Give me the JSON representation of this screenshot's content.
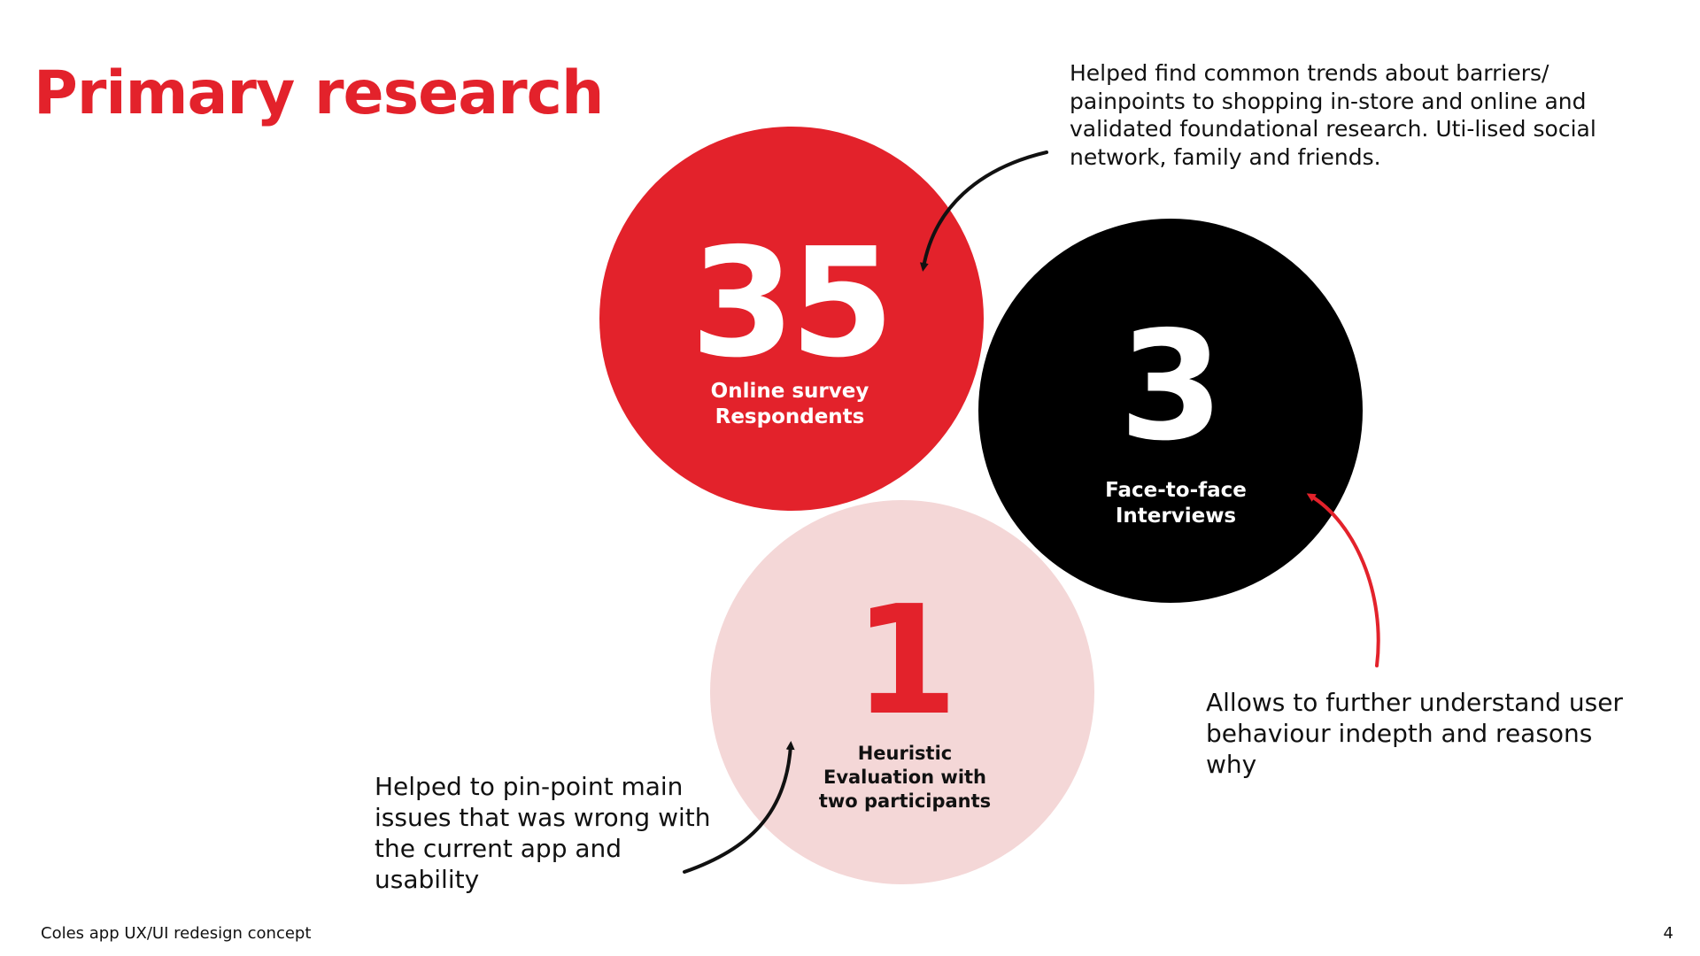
{
  "slide": {
    "title": "Primary research",
    "footer": "Coles app UX/UI redesign concept",
    "page_number": "4"
  },
  "stats": {
    "survey": {
      "value": "35",
      "label_line1": "Online survey",
      "label_line2": "Respondents",
      "note": "Helped find common trends about barriers/ painpoints to shopping in-store and online and validated foundational research. Uti-lised social network, family and friends."
    },
    "interviews": {
      "value": "3",
      "label_line1": "Face-to-face",
      "label_line2": "Interviews",
      "note": "Allows to further understand user behaviour indepth and reasons why"
    },
    "heuristic": {
      "value": "1",
      "label_line1": "Heuristic",
      "label_line2": "Evaluation with",
      "label_line3": "two participants",
      "note": "Helped to pin-point main issues that was wrong with the current app and usability"
    }
  },
  "colors": {
    "accent_red": "#e3222b",
    "black": "#000000",
    "pink": "#f4d7d7",
    "text": "#111111"
  }
}
